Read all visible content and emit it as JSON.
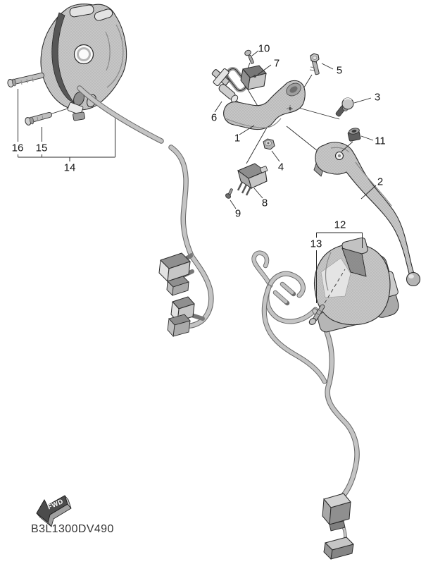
{
  "diagram": {
    "code": "B3L1300DV490",
    "fwd_label": "FWD",
    "callouts": {
      "1": "1",
      "2": "2",
      "3": "3",
      "4": "4",
      "5": "5",
      "6": "6",
      "7": "7",
      "8": "8",
      "9": "9",
      "10": "10",
      "11": "11",
      "12": "12",
      "13": "13",
      "14": "14",
      "15": "15",
      "16": "16"
    },
    "colors": {
      "line": "#2a2a2a",
      "part_fill": "#c6c6c6",
      "part_fill_light": "#e3e3e3",
      "part_fill_dark": "#8f8f8f",
      "cable_outer": "#686868",
      "cable_inner": "#c4c4c4",
      "label": "#151515",
      "background": "#ffffff"
    }
  }
}
